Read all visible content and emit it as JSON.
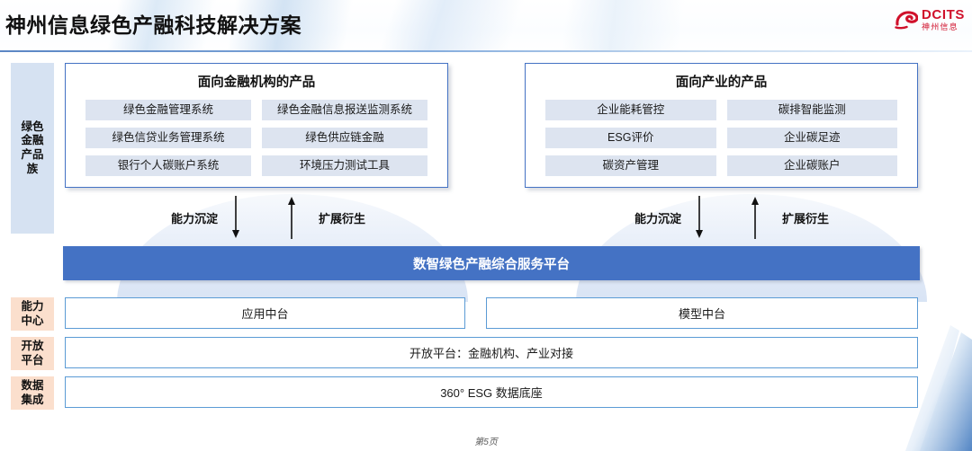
{
  "header": {
    "title": "神州信息绿色产融科技解决方案",
    "logo": {
      "mark": "dcits-swoosh-icon",
      "en": "DCITS",
      "cn": "神州信息",
      "color": "#d0112b"
    },
    "divider_color": "#5b86c4"
  },
  "sidebar": {
    "items": [
      {
        "id": "green-finance-product-family",
        "lines": [
          "绿色",
          "金融",
          "产品",
          "族"
        ],
        "style": "blue",
        "color": "#d6e2f2"
      },
      {
        "id": "capability-center",
        "lines": [
          "能力",
          "中心"
        ],
        "style": "peach",
        "color": "#fbdfcd"
      },
      {
        "id": "open-platform",
        "lines": [
          "开放",
          "平台"
        ],
        "style": "peach",
        "color": "#fbdfcd"
      },
      {
        "id": "data-integration",
        "lines": [
          "数据",
          "集成"
        ],
        "style": "peach",
        "color": "#fbdfcd"
      }
    ]
  },
  "panels": [
    {
      "id": "financial-institution-products",
      "title": "面向金融机构的产品",
      "chips": [
        "绿色金融管理系统",
        "绿色金融信息报送监测系统",
        "绿色信贷业务管理系统",
        "绿色供应链金融",
        "银行个人碳账户系统",
        "环境压力测试工具"
      ]
    },
    {
      "id": "industry-products",
      "title": "面向产业的产品",
      "chips": [
        "企业能耗管控",
        "碳排智能监测",
        "ESG评价",
        "企业碳足迹",
        "碳资产管理",
        "企业碳账户"
      ]
    }
  ],
  "arrow_groups": [
    {
      "id": "left-flow",
      "down_label": "能力沉淀",
      "up_label": "扩展衍生"
    },
    {
      "id": "right-flow",
      "down_label": "能力沉淀",
      "up_label": "扩展衍生"
    }
  ],
  "platform": {
    "label": "数智绿色产融综合服务平台",
    "color": "#4472c4"
  },
  "layers": {
    "capability": [
      {
        "id": "application-middle-platform",
        "label": "应用中台"
      },
      {
        "id": "model-middle-platform",
        "label": "模型中台"
      }
    ],
    "open": {
      "id": "open-platform-row",
      "label": "开放平台：金融机构、产业对接"
    },
    "data": {
      "id": "data-foundation-row",
      "label": "360° ESG 数据底座"
    }
  },
  "footer": {
    "page": "第5页"
  }
}
